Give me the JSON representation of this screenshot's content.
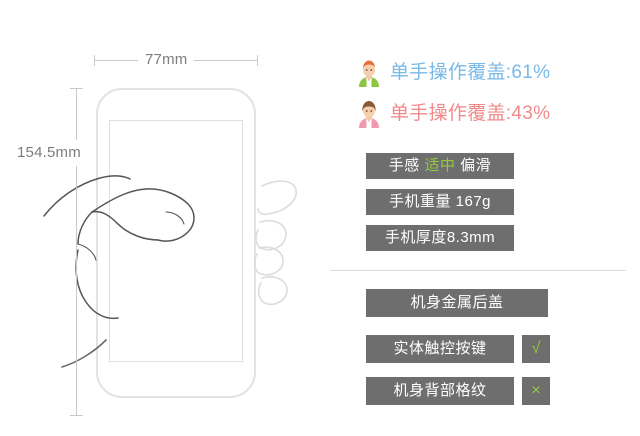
{
  "device": {
    "dimensions": {
      "width_label": "77mm",
      "height_label": "154.5mm"
    }
  },
  "coverage": {
    "male": {
      "avatar": "male-avatar-icon",
      "text": "单手操作覆盖:61%",
      "label": "单手操作覆盖",
      "value": "61%",
      "color": "#79b9e8"
    },
    "female": {
      "avatar": "female-avatar-icon",
      "text": "单手操作覆盖:43%",
      "label": "单手操作覆盖",
      "value": "43%",
      "color": "#f08a8a"
    }
  },
  "specs": {
    "feel": {
      "prefix": "手感",
      "accent": "适中",
      "suffix": "偏滑"
    },
    "weight": "手机重量 167g",
    "thickness": "手机厚度8.3mm"
  },
  "features": {
    "metal_back": "机身金属后盖",
    "hardware_keys": {
      "label": "实体触控按键",
      "badge": "√"
    },
    "back_grid": {
      "label": "机身背部格纹",
      "badge": "×"
    }
  },
  "colors": {
    "tag_background": "#6e6e6e",
    "accent_green": "#94c93d",
    "blue": "#79b9e8",
    "pink": "#f08a8a",
    "outline_gray": "#e2e2e2",
    "dimension_gray": "#c9c9c9",
    "text_gray": "#7c7c7c"
  }
}
